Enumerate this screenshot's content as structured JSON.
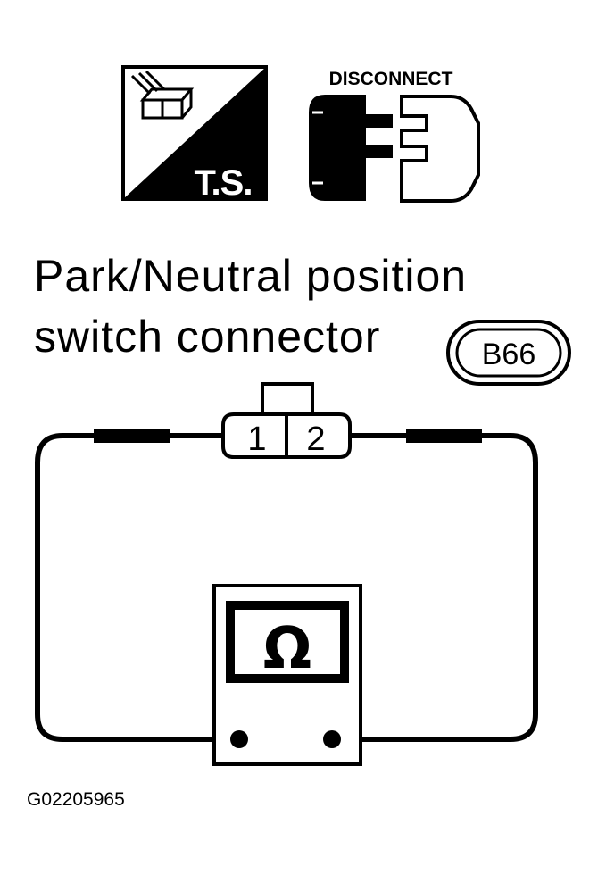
{
  "icons": {
    "ts_badge_label": "T.S.",
    "disconnect_label": "DISCONNECT"
  },
  "title": {
    "line1": "Park/Neutral position",
    "line2": "switch connector"
  },
  "connector": {
    "code": "B66",
    "pin1": "1",
    "pin2": "2"
  },
  "meter": {
    "symbol": "Ω"
  },
  "figure_id": "G02205965"
}
